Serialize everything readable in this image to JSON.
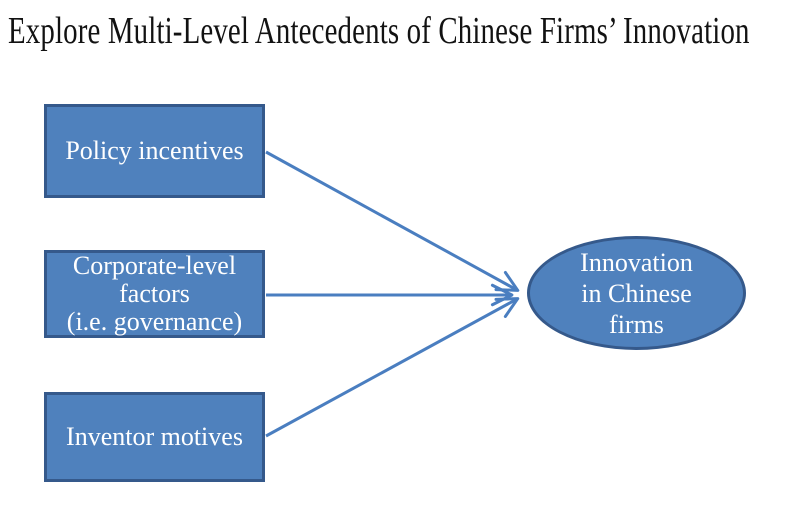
{
  "title": "Explore Multi-Level Antecedents of Chinese Firms’ Innovation",
  "diagram": {
    "antecedent_boxes": [
      {
        "label": "Policy incentives"
      },
      {
        "label": "Corporate-level\nfactors\n(i.e. governance)"
      },
      {
        "label": "Inventor motives"
      }
    ],
    "outcome_ellipse": {
      "label": "Innovation\nin Chinese\nfirms"
    },
    "connectors": [
      {
        "from": "Policy incentives",
        "to": "Innovation in Chinese firms"
      },
      {
        "from": "Corporate-level factors (i.e. governance)",
        "to": "Innovation in Chinese firms"
      },
      {
        "from": "Inventor motives",
        "to": "Innovation in Chinese firms"
      }
    ],
    "colors": {
      "shape_fill": "#4f81bd",
      "shape_border": "#35598b",
      "arrow": "#4a7ec0",
      "shape_text": "#ffffff",
      "title_text": "#121212",
      "background": "#ffffff"
    }
  }
}
